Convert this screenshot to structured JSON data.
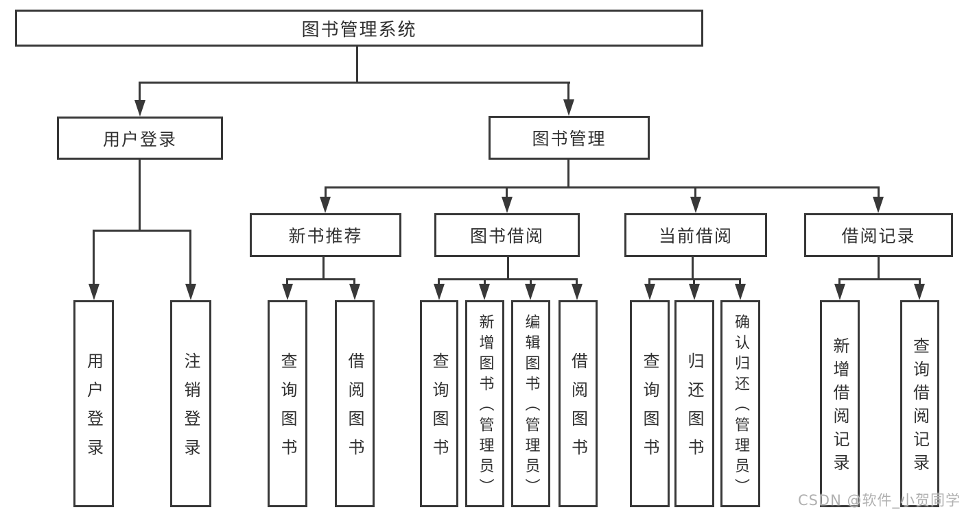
{
  "diagram": {
    "root": "图书管理系统",
    "children": [
      {
        "label": "用户登录",
        "children": [
          "用户登录",
          "注销登录"
        ]
      },
      {
        "label": "图书管理",
        "children": [
          {
            "label": "新书推荐",
            "children": [
              "查询图书",
              "借阅图书"
            ]
          },
          {
            "label": "图书借阅",
            "children": [
              "查询图书",
              "新增图书（管理员）",
              "编辑图书（管理员）",
              "借阅图书"
            ]
          },
          {
            "label": "当前借阅",
            "children": [
              "查询图书",
              "归还图书",
              "确认归还（管理员）"
            ]
          },
          {
            "label": "借阅记录",
            "children": [
              "新增借阅记录",
              "查询借阅记录"
            ]
          }
        ]
      }
    ],
    "watermark": "CSDN @软件_小贺同学",
    "colors": {
      "line": "#383838",
      "text": "#303030",
      "watermark": "#b0b0b0",
      "background": "#ffffff"
    }
  }
}
